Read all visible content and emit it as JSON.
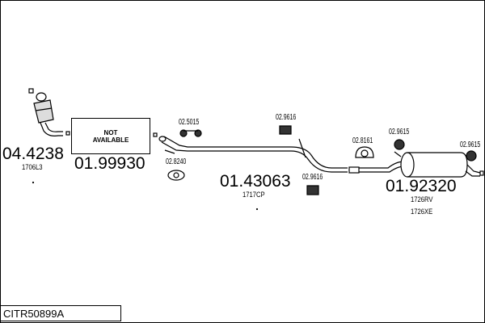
{
  "diagram_code": "CITR50899A",
  "parts": [
    {
      "number": "04.4238",
      "ref": "1706L3"
    },
    {
      "number": "01.99930",
      "status_lines": [
        "NOT",
        "AVAILABLE"
      ]
    },
    {
      "number": "01.43063",
      "ref": "1717CP"
    },
    {
      "number": "01.92320",
      "refs": [
        "1726RV",
        "1726XE"
      ]
    }
  ],
  "accessories": [
    "02.5015",
    "02.8240",
    "02.9616",
    "02.9616",
    "02.8161",
    "02.9615",
    "02.9615"
  ]
}
